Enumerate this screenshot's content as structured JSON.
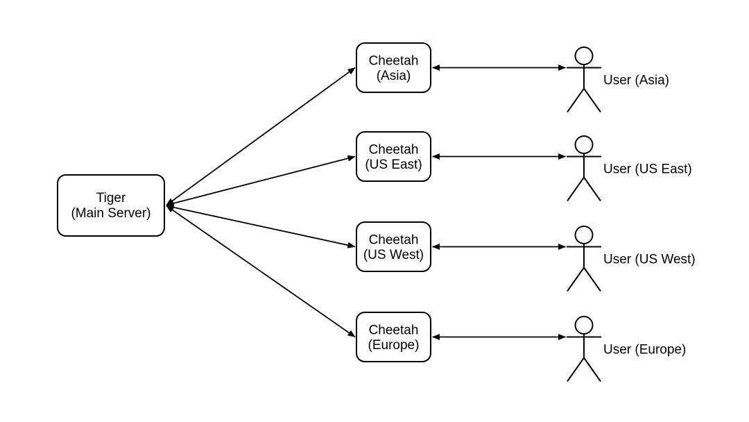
{
  "diagram": {
    "background_color": "#ffffff",
    "stroke_color": "#000000",
    "node_fill_color": "#ffffff",
    "server": {
      "label_line1": "Tiger",
      "label_line2": "(Main Server)"
    },
    "nodes": [
      {
        "region": "Asia",
        "label_line1": "Cheetah",
        "label_line2": "(Asia)",
        "user_label": "User (Asia)"
      },
      {
        "region": "US East",
        "label_line1": "Cheetah",
        "label_line2": "(US East)",
        "user_label": "User (US East)"
      },
      {
        "region": "US West",
        "label_line1": "Cheetah",
        "label_line2": "(US West)",
        "user_label": "User (US West)"
      },
      {
        "region": "Europe",
        "label_line1": "Cheetah",
        "label_line2": "(Europe)",
        "user_label": "User (Europe)"
      }
    ],
    "edges": [
      {
        "from": "Tiger (Main Server)",
        "to": "Cheetah (Asia)",
        "arrows": "both"
      },
      {
        "from": "Tiger (Main Server)",
        "to": "Cheetah (US East)",
        "arrows": "both"
      },
      {
        "from": "Tiger (Main Server)",
        "to": "Cheetah (US West)",
        "arrows": "both"
      },
      {
        "from": "Tiger (Main Server)",
        "to": "Cheetah (Europe)",
        "arrows": "both"
      },
      {
        "from": "Cheetah (Asia)",
        "to": "User (Asia)",
        "arrows": "both"
      },
      {
        "from": "Cheetah (US East)",
        "to": "User (US East)",
        "arrows": "both"
      },
      {
        "from": "Cheetah (US West)",
        "to": "User (US West)",
        "arrows": "both"
      },
      {
        "from": "Cheetah (Europe)",
        "to": "User (Europe)",
        "arrows": "both"
      }
    ]
  }
}
